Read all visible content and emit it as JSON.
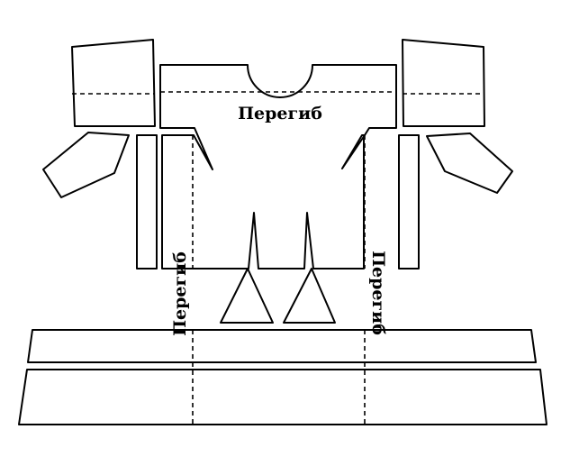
{
  "labels": {
    "fold_top": "Перегиб",
    "fold_left": "Перегиб",
    "fold_right": "Перегиб"
  },
  "colors": {
    "line": "#000000",
    "background": "#ffffff"
  }
}
